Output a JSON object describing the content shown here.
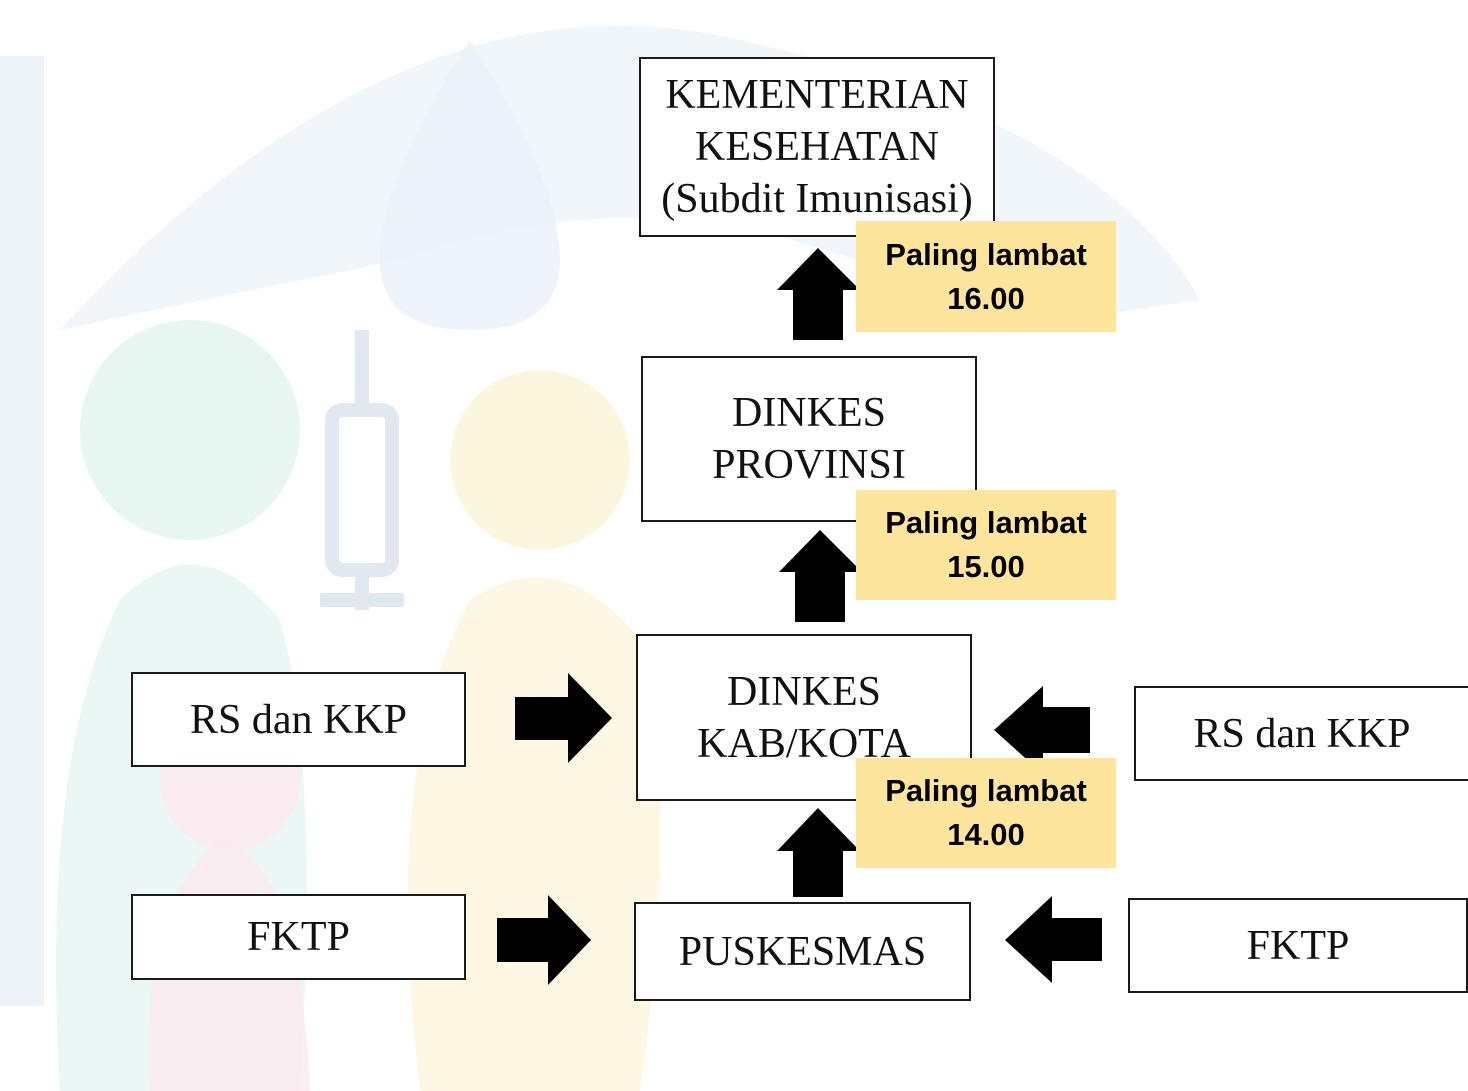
{
  "diagram": {
    "nodes": {
      "kementerian": {
        "lines": [
          "KEMENTERIAN",
          "KESEHATAN",
          "(Subdit Imunisasi)"
        ]
      },
      "dinkes_provinsi": {
        "lines": [
          "DINKES",
          "PROVINSI"
        ]
      },
      "dinkes_kab_kota": {
        "lines": [
          "DINKES",
          "KAB/KOTA"
        ]
      },
      "puskesmas": {
        "lines": [
          "PUSKESMAS"
        ]
      },
      "rs_kkp_left": {
        "lines": [
          "RS dan KKP"
        ]
      },
      "rs_kkp_right": {
        "lines": [
          "RS dan KKP"
        ]
      },
      "fktp_left": {
        "lines": [
          "FKTP"
        ]
      },
      "fktp_right": {
        "lines": [
          "FKTP"
        ]
      }
    },
    "deadlines": [
      {
        "label": "Paling lambat",
        "time": "16.00"
      },
      {
        "label": "Paling lambat",
        "time": "15.00"
      },
      {
        "label": "Paling lambat",
        "time": "14.00"
      }
    ],
    "edges": [
      {
        "from": "dinkes_provinsi",
        "to": "kementerian"
      },
      {
        "from": "dinkes_kab_kota",
        "to": "dinkes_provinsi"
      },
      {
        "from": "puskesmas",
        "to": "dinkes_kab_kota"
      },
      {
        "from": "rs_kkp_left",
        "to": "dinkes_kab_kota"
      },
      {
        "from": "rs_kkp_right",
        "to": "dinkes_kab_kota"
      },
      {
        "from": "fktp_left",
        "to": "puskesmas"
      },
      {
        "from": "fktp_right",
        "to": "puskesmas"
      }
    ],
    "colors": {
      "note_fill": "#fde59c",
      "arrow": "#000000",
      "box_border": "#1a1a1a"
    }
  }
}
